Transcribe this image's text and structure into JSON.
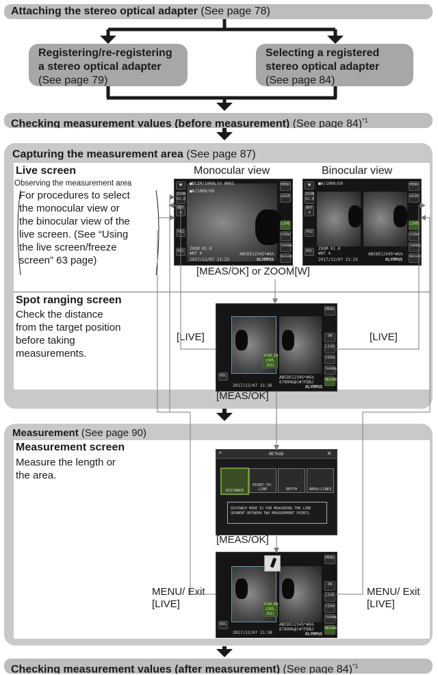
{
  "colors": {
    "bar": "#bdbdbd",
    "pill": "#a7a7a7",
    "group": "#c9c9c9",
    "arrow": "#1a1a1a",
    "line": "#7a7a7a"
  },
  "top_bar": {
    "title": "Attaching the stereo optical adapter",
    "ref": "(See page 78)"
  },
  "register": {
    "title1": "Registering/re-registering",
    "title2": "a stereo optical adapter",
    "ref": "(See page 79)"
  },
  "select": {
    "title1": "Selecting a registered",
    "title2": "stereo optical adapter",
    "ref": "(See page 84)"
  },
  "check_before": {
    "title": "Checking measurement values (before measurement)",
    "ref": "(See page 84)",
    "sup": "*1"
  },
  "capture": {
    "title": "Capturing the measurement area",
    "ref": "(See page 87)"
  },
  "live": {
    "title": "Live screen",
    "subtitle": "Observing the measurement area",
    "note1": "For procedures to select",
    "note2": "the monocular view or",
    "note3": "the binocular view of the",
    "note4": "live screen. (See “Using",
    "note5": "the live screen/freeze",
    "note6": "screen” 63 page)",
    "mono_label": "Monocular view",
    "bino_label": "Binocular view",
    "meas_zoom": "[MEAS/OK] or ZOOM[W]"
  },
  "spot": {
    "title": "Spot ranging screen",
    "line1": "Check the distance",
    "line2": "from the target position",
    "line3": "before taking",
    "line4": "measurements.",
    "live_left": "[LIVE]",
    "live_right": "[LIVE]",
    "meas_ok": "[MEAS/OK]"
  },
  "measurement": {
    "title": "Measurement",
    "ref": "(See page 90)",
    "screen_title": "Measurement screen",
    "line1": "Measure the length or",
    "line2": "the area.",
    "meas_ok": "[MEAS/OK]",
    "menu_left1": "MENU/ Exit",
    "menu_left2": "[LIVE]",
    "menu_right1": "MENU/ Exit",
    "menu_right2": "[LIVE]"
  },
  "method_screen": {
    "header": "METHOD",
    "cards": [
      "DISTANCE",
      "POINT-TO-LINE",
      "DEPTH",
      "AREA/LINES"
    ],
    "desc1": "DISTANCE MODE IS FOR MEASURING THE LINE",
    "desc2": "SEGMENT BETWEEN TWO MEASUREMENT POINTS."
  },
  "device_ui": {
    "live_path": "■DCIM/1000LYV 0003",
    "live_path2": "■A/1000/U0",
    "zoom": "ZOOM 01.0",
    "wht": "WHT 4",
    "date_mono": "2017/12/07 21:23",
    "date_bino": "2017/12/07 21:23",
    "date_spot": "2017/12/07 21:36",
    "date_meas": "2017/12/07 21:30",
    "serial": "ABCDE12345*#&%",
    "serial2": "67890&@(#?FDBJ",
    "brand": "OLYMPUS",
    "z1": "Z=10.19",
    "z2": "(195,",
    "z3": "253)",
    "z1b": "Z=10.89",
    "z2b": "(195,",
    "z3b": "252)",
    "side": [
      "MENU",
      "GAIN",
      "LIVE",
      "VIEW",
      "THUMBNAIL",
      "MEASURE"
    ],
    "side_spot": [
      "MENU",
      "ON",
      "LIVE",
      "VIEW",
      "THUMBNAIL",
      "MEASURE"
    ],
    "left_btns": [
      "ZOOM 01.0",
      "WHT 4",
      "FRZ",
      "REC"
    ],
    "rec": "REC"
  },
  "check_after": {
    "title": "Checking measurement values (after measurement)",
    "ref": "(See page 84)",
    "sup": "*1"
  }
}
